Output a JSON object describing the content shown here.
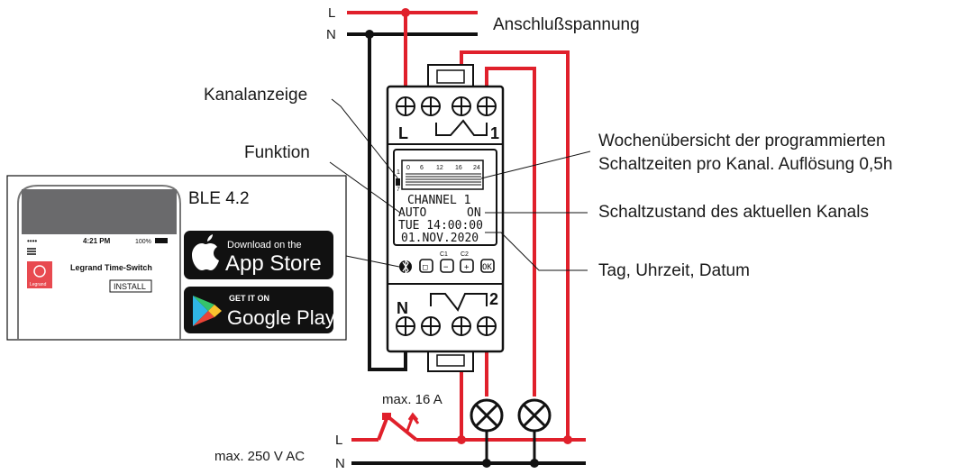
{
  "colors": {
    "phase": "#e0202b",
    "neutral": "#111111",
    "text": "#1a1a1a"
  },
  "supply": {
    "l": "L",
    "n": "N",
    "label": "Anschlußspannung"
  },
  "load": {
    "l": "L",
    "n": "N",
    "voltage": "max. 250 V AC",
    "current": "max. 16 A"
  },
  "device": {
    "top_terminals": {
      "left": "L",
      "right": "1"
    },
    "bottom_terminals": {
      "left": "N",
      "right": "2"
    },
    "display": {
      "scale": [
        "0",
        "6",
        "12",
        "16",
        "24"
      ],
      "day_marks": [
        "1",
        "7"
      ],
      "line1": "CHANNEL 1",
      "line2_left": "AUTO",
      "line2_right": "ON",
      "line3": "TUE 14:00:00",
      "line4": "01.NOV.2020"
    },
    "buttons": {
      "c1": "C1",
      "c2": "C2",
      "menu": "□",
      "minus": "−",
      "plus": "+",
      "ok": "OK"
    }
  },
  "callouts": {
    "channel": "Kanalanzeige",
    "function": "Funktion",
    "week_line1": "Wochenübersicht der programmierten",
    "week_line2": "Schaltzeiten pro Kanal. Auflösung 0,5h",
    "state": "Schaltzustand des aktuellen Kanals",
    "datetime": "Tag, Uhrzeit, Datum"
  },
  "app": {
    "ble": "BLE 4.2",
    "time": "4:21 PM",
    "battery": "100%",
    "app_name": "Legrand Time-Switch",
    "install": "INSTALL",
    "brand": "Legrand",
    "appstore_small": "Download on the",
    "appstore_big": "App Store",
    "gplay_small": "GET IT ON",
    "gplay_big": "Google Play"
  }
}
